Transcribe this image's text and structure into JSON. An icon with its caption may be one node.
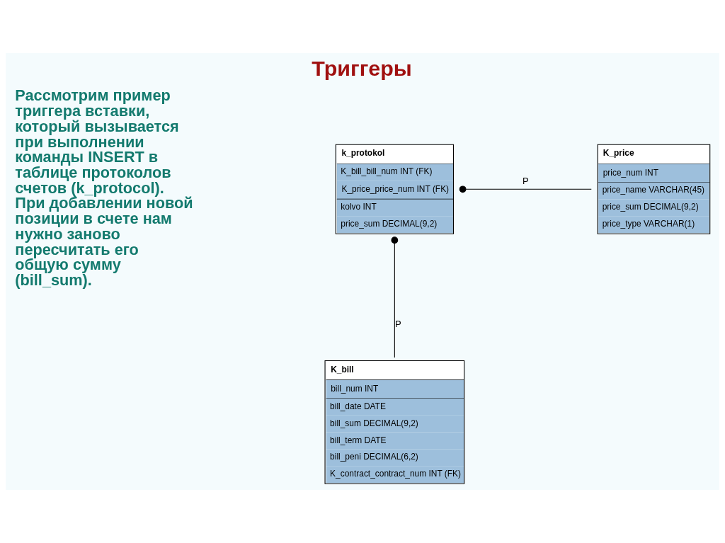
{
  "diagram": {
    "title": "Триггеры",
    "nodes": [
      {
        "text": [
          "k_protokol",
          "K_bill_bill_num INT (FK)",
          "K_price_price_num INT (FK)",
          "kolvo INT",
          "price_sum DECIMAL(9,2)"
        ]
      },
      {
        "text": [
          "K_price",
          "price_num INT",
          "price_name VARCHAR(45)",
          "price_sum DECIMAL(9,2)",
          "price_type VARCHAR(1)"
        ]
      },
      {
        "text": [
          "K_bill",
          "bill_num INT",
          "bill_date DATE",
          "bill_sum DECIMAL(9,2)",
          "bill_term DATE",
          "bill_peni DECIMAL(6,2)",
          "K_contract_contract_num INT (FK)"
        ]
      }
    ],
    "edges": [
      {
        "from": 0,
        "to": 1,
        "arrow": "other",
        "label": "P"
      },
      {
        "from": 0,
        "to": 2,
        "arrow": "other",
        "label": "P"
      }
    ],
    "labels": [
      "Рассмотрим пример триггера вставки, который вызывается при выполнении команды INSERT в таблице протоколов счетов (k_protocol). При добавлении новой позиции в счете нам нужно заново пересчитать его общую сумму (bill_sum)."
    ]
  }
}
